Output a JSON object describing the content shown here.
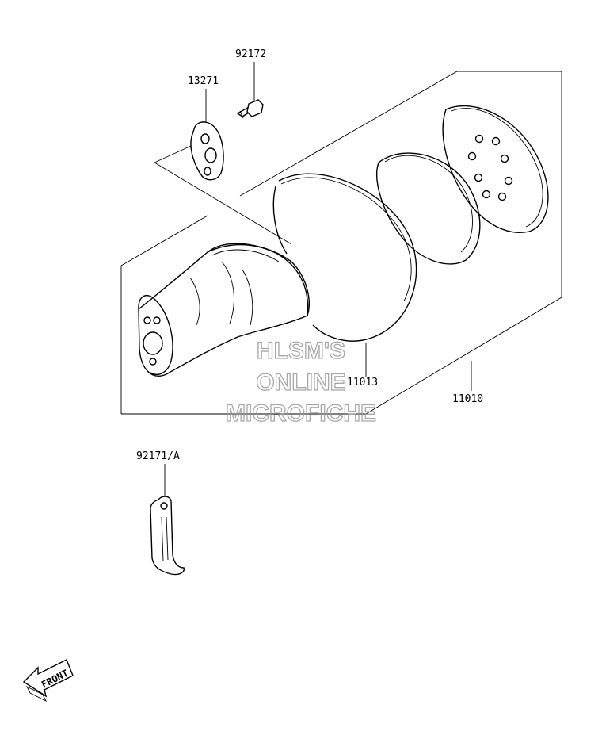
{
  "parts": {
    "p92172": "92172",
    "p13271": "13271",
    "p11013": "11013",
    "p11010": "11010",
    "p92171": "92171/A"
  },
  "watermark": {
    "line1": "HLSM'S",
    "line2": "ONLINE",
    "line3": "MICROFICHE"
  },
  "front_arrow": {
    "label": "FRONT"
  },
  "icons": [
    "bolt-icon",
    "gasket-icon",
    "muffler-body-icon",
    "cap-icon",
    "ring-icon",
    "perforated-plate-icon",
    "bracket-icon",
    "front-arrow-icon"
  ]
}
